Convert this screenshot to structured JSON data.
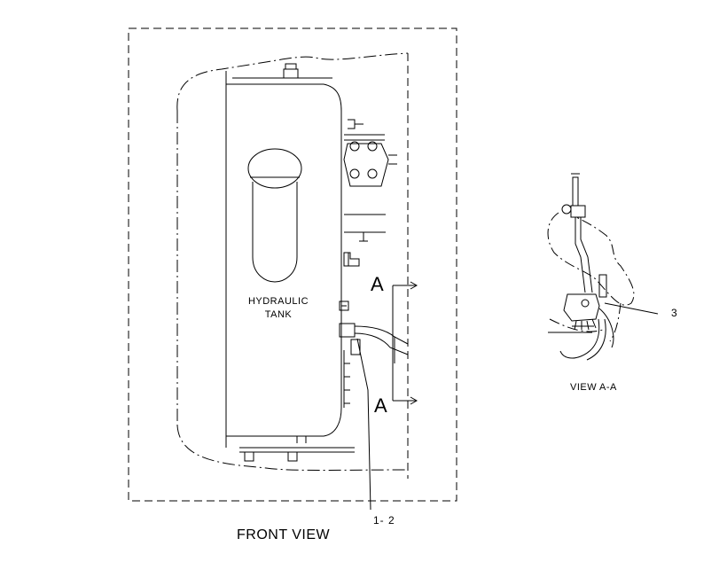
{
  "labels": {
    "tank_line1": "HYDRAULIC",
    "tank_line2": "TANK",
    "section_top": "A",
    "section_bottom": "A",
    "callout_front": "1- 2",
    "callout_view": "3",
    "caption_front": "FRONT VIEW",
    "caption_view": "VIEW  A-A"
  },
  "colors": {
    "ink": "#000000",
    "paper": "#ffffff"
  }
}
